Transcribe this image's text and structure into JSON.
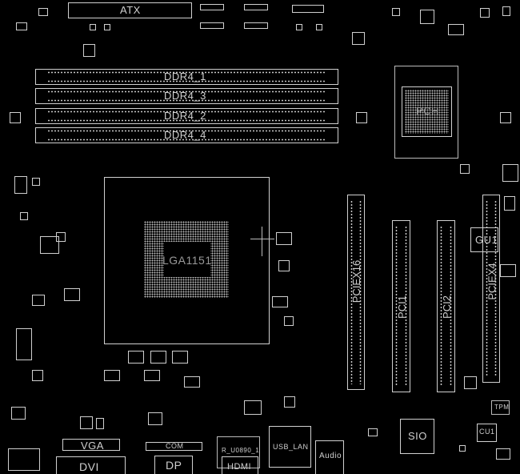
{
  "labels": {
    "atx": "ATX",
    "ddr4_1": "DDR4_1",
    "ddr4_3": "DDR4_3",
    "ddr4_2": "DDR4_2",
    "ddr4_4": "DDR4_4",
    "cpu": "LGA1151",
    "pch": "PCH",
    "pciex16": "PCIEX16",
    "pci1": "PCI1",
    "pci2": "PCI2",
    "pciex4": "PCIEX4",
    "gu1": "GU1",
    "sio": "SIO",
    "cu1": "CU1",
    "tpm": "TPM",
    "vga": "VGA",
    "dvi": "DVI",
    "com": "COM",
    "dp": "DP",
    "hdmi": "HDMI",
    "r_u0890": "R_U0890_1",
    "usb_lan": "USB_LAN",
    "audio": "Audio"
  }
}
